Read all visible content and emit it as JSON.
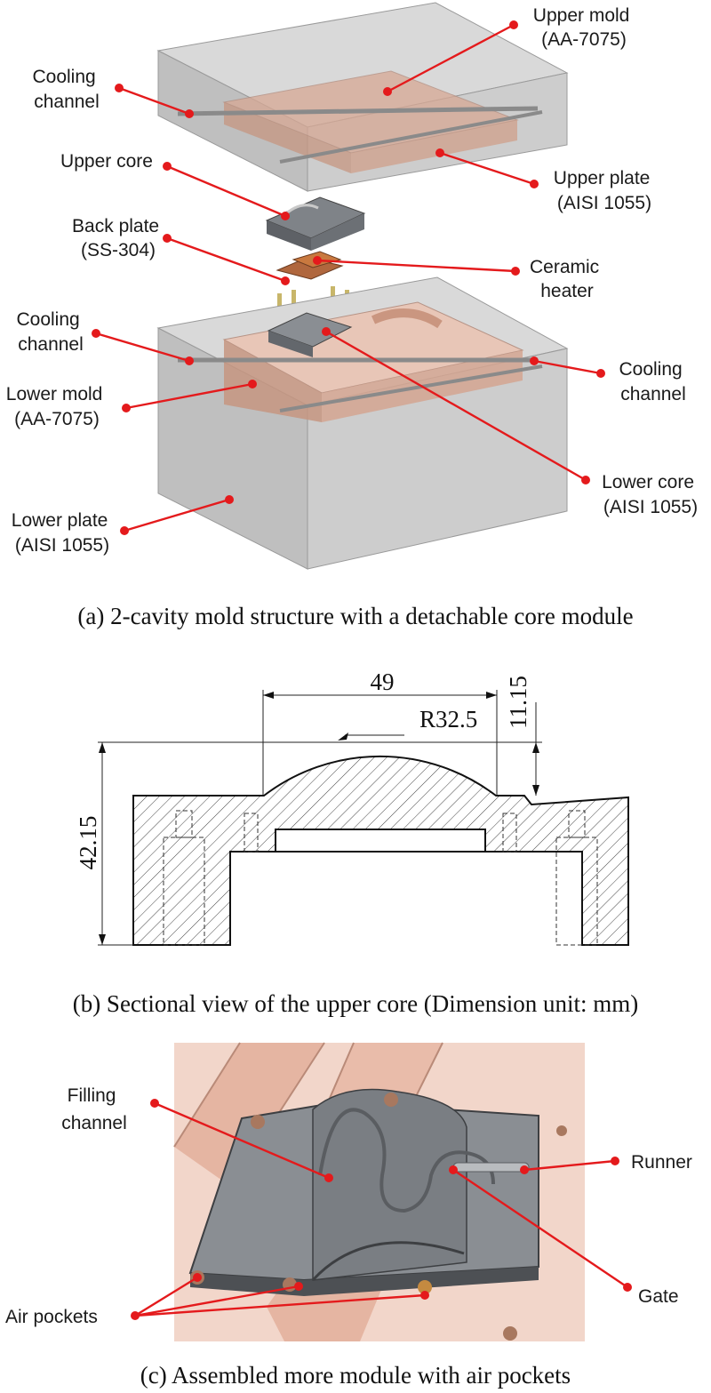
{
  "panel_a": {
    "caption": "(a) 2-cavity mold structure with a detachable core module",
    "labels": {
      "upper_mold": [
        "Upper mold",
        "(AA-7075)"
      ],
      "cooling_channel_top": [
        "Cooling",
        "channel"
      ],
      "upper_core": [
        "Upper core"
      ],
      "upper_plate": [
        "Upper plate",
        "(AISI 1055)"
      ],
      "back_plate": [
        "Back plate",
        "(SS-304)"
      ],
      "ceramic_heater": [
        "Ceramic",
        "heater"
      ],
      "cooling_channel_left": [
        "Cooling",
        "channel"
      ],
      "cooling_channel_right": [
        "Cooling",
        "channel"
      ],
      "lower_mold": [
        "Lower mold",
        "(AA-7075)"
      ],
      "lower_core": [
        "Lower core",
        "(AISI 1055)"
      ],
      "lower_plate": [
        "Lower plate",
        "(AISI 1055)"
      ]
    }
  },
  "panel_b": {
    "caption": "(b) Sectional view of the upper core (Dimension unit: mm)",
    "dimensions": {
      "width": "49",
      "radius": "R32.5",
      "height": "11.15",
      "total_height": "42.15"
    }
  },
  "panel_c": {
    "caption": "(c) Assembled more module with air pockets",
    "labels": {
      "filling_channel": [
        "Filling",
        "channel"
      ],
      "runner": [
        "Runner"
      ],
      "air_pockets": [
        "Air pockets"
      ],
      "gate": [
        "Gate"
      ]
    }
  },
  "colors": {
    "leader": "#e41a1c",
    "mold_block": "#c9c9c9",
    "mold_insert": "#d7a894",
    "core_metal": "#6f7378",
    "pipe": "#e8b8a5"
  }
}
